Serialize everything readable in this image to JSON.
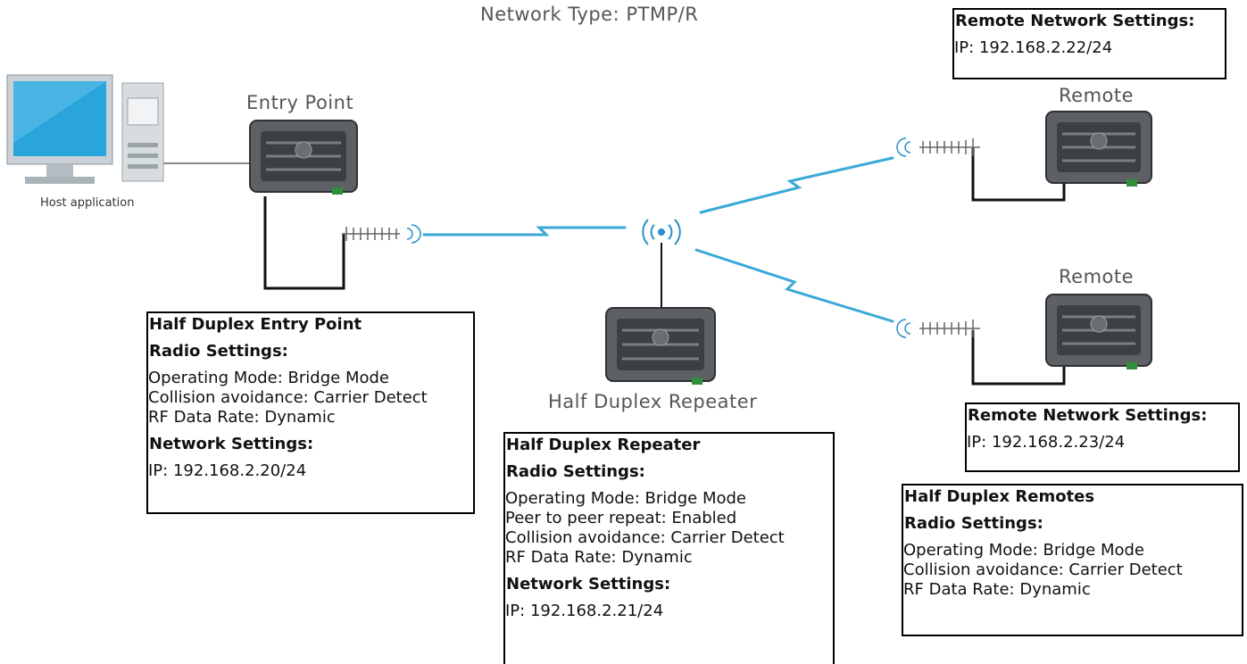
{
  "title": "Network Type: PTMP/R",
  "host": {
    "label": "Host application",
    "icon": "desktop-computer-icon"
  },
  "entry_point": {
    "label": "Entry Point"
  },
  "repeater": {
    "label": "Half Duplex Repeater"
  },
  "remote_top": {
    "label": "Remote"
  },
  "remote_bottom": {
    "label": "Remote"
  },
  "boxes": {
    "entry": {
      "heading": "Half Duplex Entry Point",
      "radio_heading": "Radio Settings:",
      "operating_mode": "Operating Mode: Bridge Mode",
      "collision": "Collision avoidance: Carrier Detect",
      "rf_rate": "RF Data Rate: Dynamic",
      "network_heading": "Network Settings:",
      "ip": "IP: 192.168.2.20/24"
    },
    "repeater": {
      "heading": "Half Duplex Repeater",
      "radio_heading": "Radio Settings:",
      "operating_mode": "Operating Mode: Bridge Mode",
      "peer": "Peer to peer repeat: Enabled",
      "collision": "Collision avoidance: Carrier Detect",
      "rf_rate": "RF Data Rate: Dynamic",
      "network_heading": "Network Settings:",
      "ip": "IP: 192.168.2.21/24"
    },
    "remote_top_net": {
      "heading": "Remote Network Settings:",
      "ip": "IP: 192.168.2.22/24"
    },
    "remote_bottom_net": {
      "heading": "Remote Network Settings:",
      "ip": "IP: 192.168.2.23/24"
    },
    "remotes": {
      "heading": "Half Duplex Remotes",
      "radio_heading": "Radio Settings:",
      "operating_mode": "Operating Mode: Bridge Mode",
      "collision": "Collision avoidance: Carrier Detect",
      "rf_rate": "RF Data Rate: Dynamic"
    }
  },
  "colors": {
    "link": "#3aa9d8",
    "device_body": "#5d6166",
    "device_dark": "#2e3033",
    "accent_green": "#2f8f3a"
  }
}
